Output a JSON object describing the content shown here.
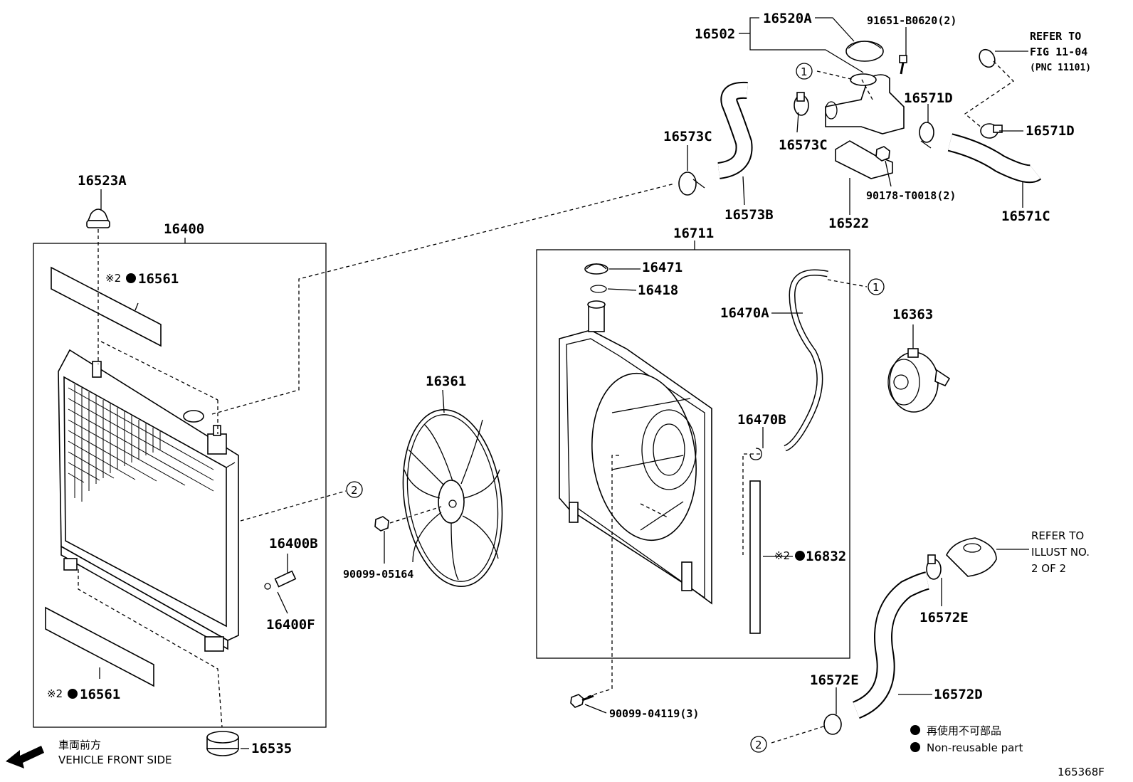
{
  "labels": {
    "p16520A": "16520A",
    "p16502": "16502",
    "p91651": "91651-B0620(2)",
    "p16573C_a": "16573C",
    "p16573C_b": "16573C",
    "p16571D_a": "16571D",
    "p16571D_b": "16571D",
    "p16573B": "16573B",
    "p16522": "16522",
    "p90178": "90178-T0018(2)",
    "p16571C": "16571C",
    "p16523A": "16523A",
    "p16400": "16400",
    "p16561_top": "16561",
    "p16561_bot": "16561",
    "p16711": "16711",
    "p16471": "16471",
    "p16418": "16418",
    "p16470A": "16470A",
    "p16363": "16363",
    "p16361": "16361",
    "p16470B": "16470B",
    "p16400B": "16400B",
    "p16400F": "16400F",
    "p90099_05164": "90099-05164",
    "p16832": "16832",
    "p16572E_a": "16572E",
    "p16572E_b": "16572E",
    "p16572D": "16572D",
    "p16535": "16535",
    "p90099_04119": "90099-04119(3)"
  },
  "marks": {
    "reuse": "※2",
    "circle_1": "1",
    "circle_2": "2"
  },
  "refs": {
    "fig_line1": "REFER TO",
    "fig_line2": "FIG 11-04",
    "fig_line3": "(PNC 11101)",
    "illust_line1": "REFER TO",
    "illust_line2": "ILLUST NO.",
    "illust_line3": "2 OF 2"
  },
  "footer": {
    "front_jp": "車両前方",
    "front_en": "VEHICLE FRONT SIDE",
    "legend_jp": "再使用不可部品",
    "legend_en": "Non-reusable part",
    "diagram_id": "165368F"
  }
}
